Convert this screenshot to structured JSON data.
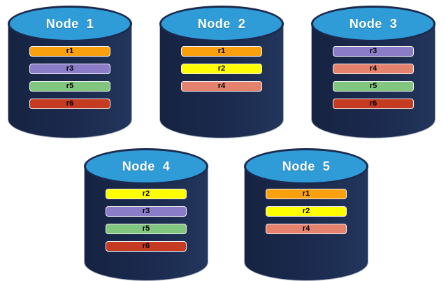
{
  "diagram": {
    "description": "Five database node cylinders showing replica placement",
    "colors": {
      "cylinder_body": "#1b2a4e",
      "cylinder_body_dark": "#1623426",
      "cylinder_top": "#2f9cd8",
      "background": "#ffffff",
      "bar_outline": "#f1f1f1",
      "bar_text": "#000000",
      "node_label_text": "#ffffff"
    },
    "replica_colors": {
      "r1": "#f9a00f",
      "r2": "#ffff00",
      "r3": "#8b7cc8",
      "r4": "#e5826e",
      "r5": "#82c57e",
      "r6": "#c53b21"
    },
    "nodes": [
      {
        "label": "Node  1",
        "row": 1,
        "replicas": [
          "r1",
          "r3",
          "r5",
          "r6"
        ]
      },
      {
        "label": "Node  2",
        "row": 1,
        "replicas": [
          "r1",
          "r2",
          "r4"
        ]
      },
      {
        "label": "Node  3",
        "row": 1,
        "replicas": [
          "r3",
          "r4",
          "r5",
          "r6"
        ]
      },
      {
        "label": "Node  4",
        "row": 2,
        "replicas": [
          "r2",
          "r3",
          "r5",
          "r6"
        ]
      },
      {
        "label": "Node  5",
        "row": 2,
        "replicas": [
          "r1",
          "r2",
          "r4"
        ]
      }
    ]
  }
}
